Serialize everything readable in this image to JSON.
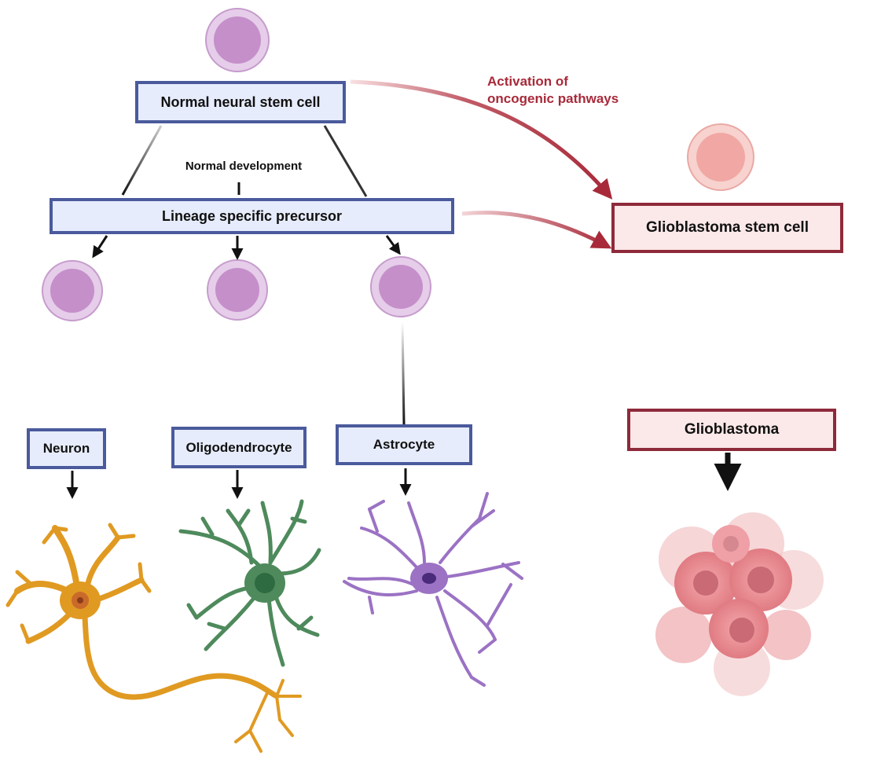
{
  "nodes": {
    "normal_nsc": "Normal neural stem cell",
    "lineage_precursor": "Lineage specific precursor",
    "neuron": "Neuron",
    "oligodendrocyte": "Oligodendrocyte",
    "astrocyte": "Astrocyte",
    "gsc": "Glioblastoma stem cell",
    "glioblastoma": "Glioblastoma"
  },
  "edge_labels": {
    "normal_development": "Normal development",
    "oncogenic_line1": "Activation of",
    "oncogenic_line2": "oncogenic pathways"
  },
  "colors": {
    "normal_box_fill": "#e6ecfb",
    "normal_box_border": "#4a5a9c",
    "tumor_box_fill": "#fbe8e8",
    "tumor_box_border": "#8e2a3a",
    "oncogenic_arrow": "#a82a3a",
    "stem_cell_fill": "#c58fca",
    "gsc_cell_fill": "#f1a7a3",
    "neuron_color": "#e09a22",
    "oligodendrocyte_color": "#4e8a5c",
    "astrocyte_color": "#9b72c4",
    "tumor_color": "#e8858a"
  },
  "icons": [
    "stem-cell-icon",
    "precursor-cell-icon",
    "glioblastoma-stem-cell-icon",
    "neuron-icon",
    "oligodendrocyte-icon",
    "astrocyte-icon",
    "tumor-mass-icon"
  ]
}
